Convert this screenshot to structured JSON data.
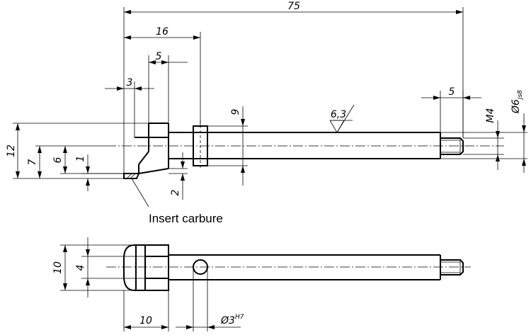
{
  "dimensions": {
    "overall_length": "75",
    "length_16": "16",
    "length_5_top": "5",
    "length_3": "3",
    "thread_length_5": "5",
    "height_9": "9",
    "height_12": "12",
    "height_7": "7",
    "height_6": "6",
    "height_1": "1",
    "gap_2": "2",
    "thread": "M4",
    "shaft_diameter": "Ø6",
    "shaft_tolerance": "js8",
    "width_10": "10",
    "width_4": "4",
    "length_10_bottom": "10",
    "hole_diameter": "Ø3",
    "hole_tolerance": "H7"
  },
  "annotations": {
    "surface_roughness": "6,3",
    "insert_label": "Insert carbure"
  }
}
